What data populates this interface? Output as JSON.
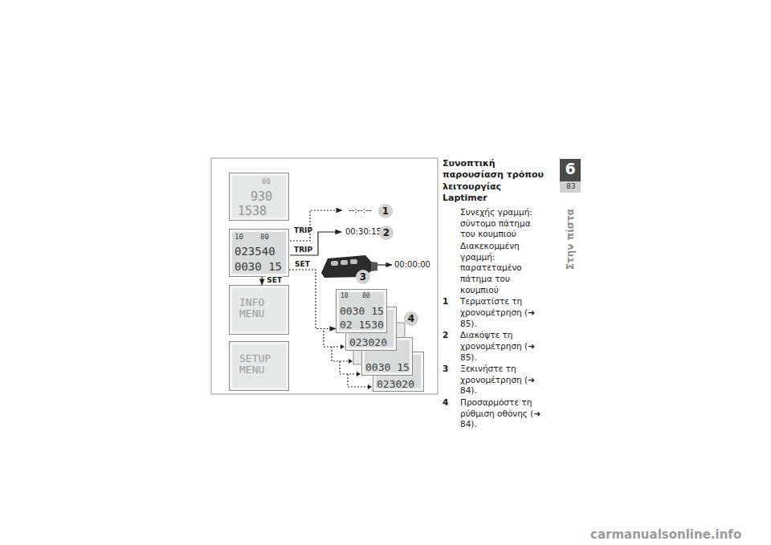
{
  "diagram": {
    "title": "Συνοπτική παρουσίαση τρόπου λειτουργίας Laptimer",
    "nodes": [
      {
        "text": [
          "80",
          "930",
          "1538"
        ]
      },
      {
        "text": [
          "10",
          "80",
          "023540",
          "0030 15"
        ]
      },
      {
        "text": [
          "INFO MENU"
        ]
      },
      {
        "text": [
          "SETUP MENU"
        ]
      },
      {
        "text": [
          "10",
          "80",
          "0030 15",
          "02 1530"
        ]
      },
      {
        "text": [
          "023020"
        ]
      },
      {
        "text": [
          "0030 15"
        ]
      },
      {
        "text": [
          "023020"
        ]
      }
    ],
    "edges": [
      {
        "from": 1,
        "to": 2,
        "label": "SET",
        "arrow": "to"
      },
      {
        "from": 1,
        "to": 4,
        "label": "SET",
        "arrow": "to"
      }
    ],
    "labels": [
      "TRIP",
      "TRIP",
      "--:--:--",
      "1",
      "00:30:15",
      "2",
      "00:00:00",
      "3",
      "4",
      "Συνεχής γραμμή: σύντομο πάτημα του κουμπιού",
      "Διακεκομμένη γραμμή: παρατεταμένο πάτημα του κουμπιού",
      "1",
      "Τερματίστε τη χρονομέτρηση (➜ 85).",
      "2",
      "Διακόψτε τη χρονομέτρηση (➜ 85).",
      "3",
      "Ξεκινήστε τη χρονομέτρηση (➜ 84).",
      "4",
      "Προσαρμόστε τη ρύθμιση οθόνης (➜ 84).",
      "6",
      "83",
      "Στην πίστα",
      "carmanualsonline.info"
    ]
  }
}
